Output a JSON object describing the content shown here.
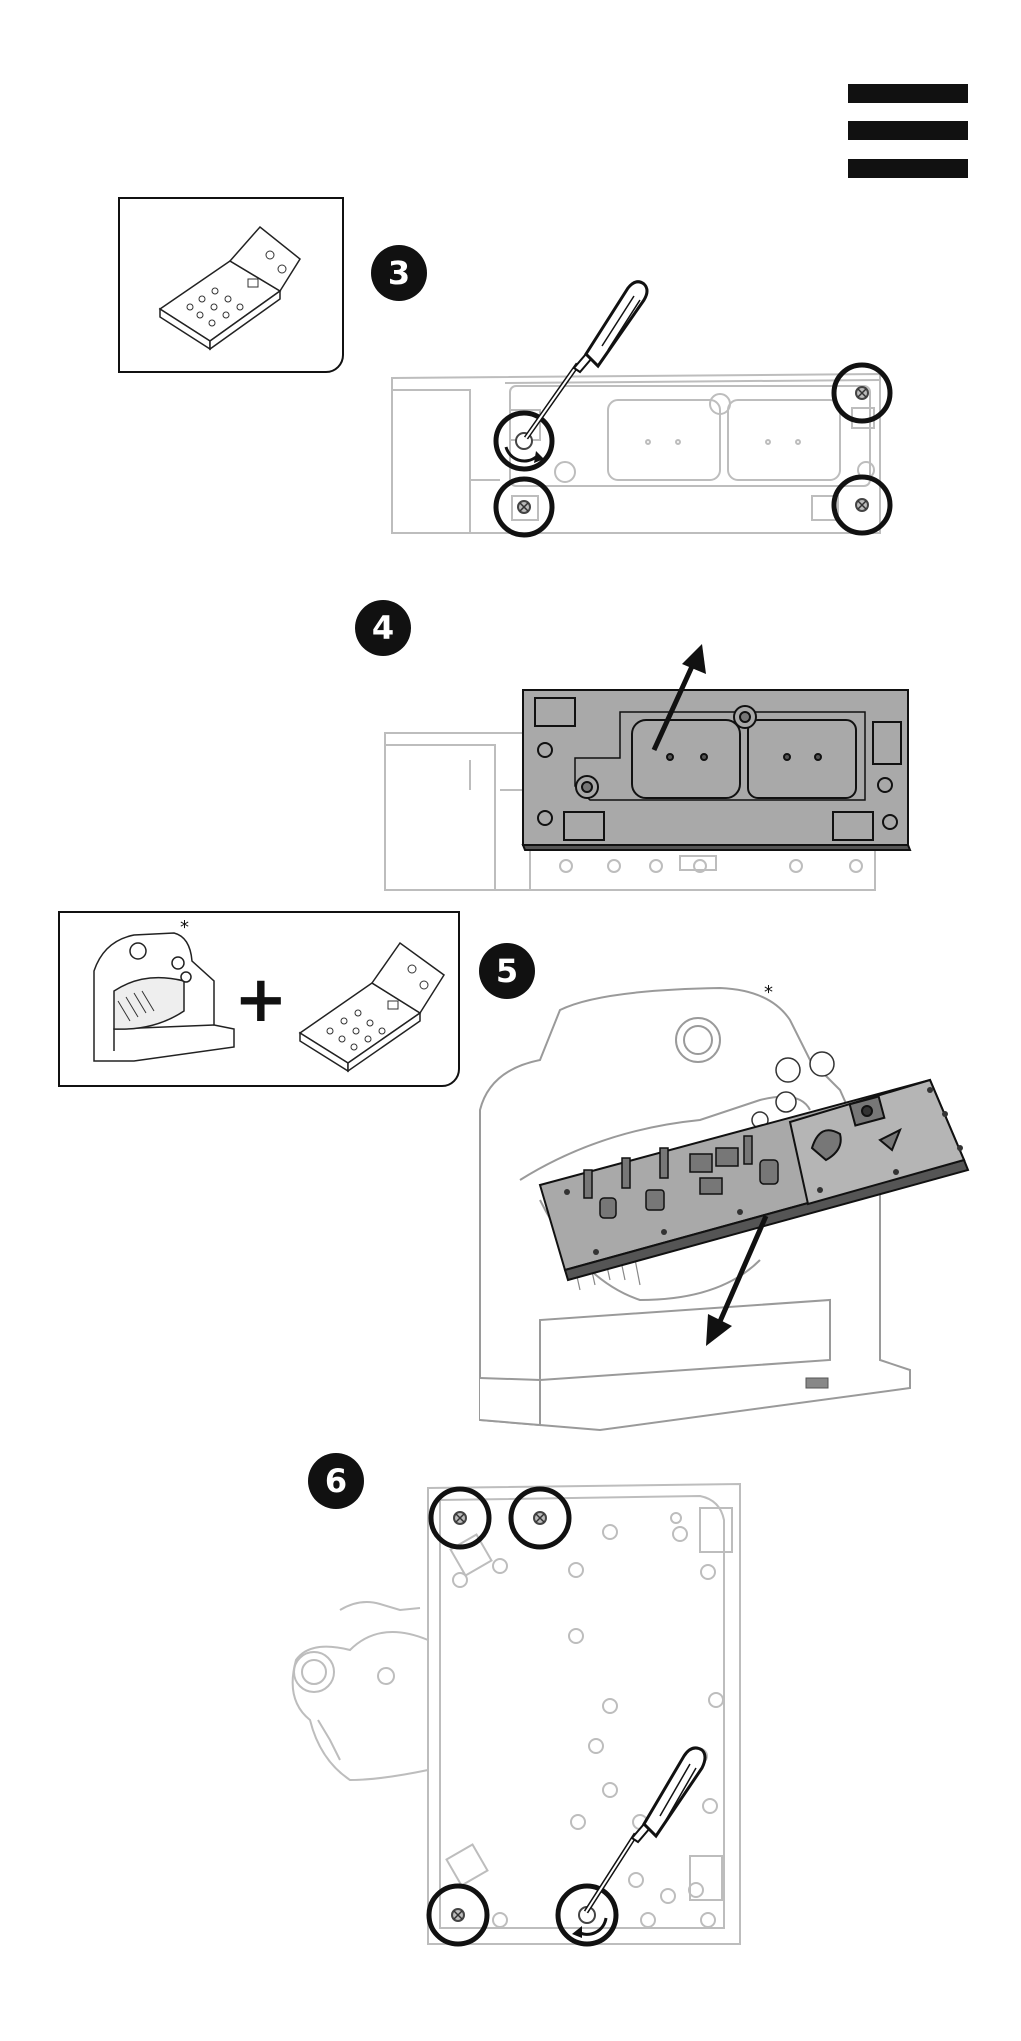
{
  "menu": {
    "icon": "hamburger-menu-icon"
  },
  "steps": [
    {
      "number": "3"
    },
    {
      "number": "4"
    },
    {
      "number": "5",
      "asterisk": "*",
      "inset_asterisk": "*",
      "plus": "+"
    },
    {
      "number": "6"
    }
  ],
  "icons": [
    "screwdriver-icon",
    "screw-circle-icon",
    "rotate-arrow-icon",
    "direction-arrow-icon"
  ],
  "colors": {
    "ink": "#111111",
    "panel_gray": "#a9a9a9",
    "outline_light": "#bdbdbd"
  }
}
